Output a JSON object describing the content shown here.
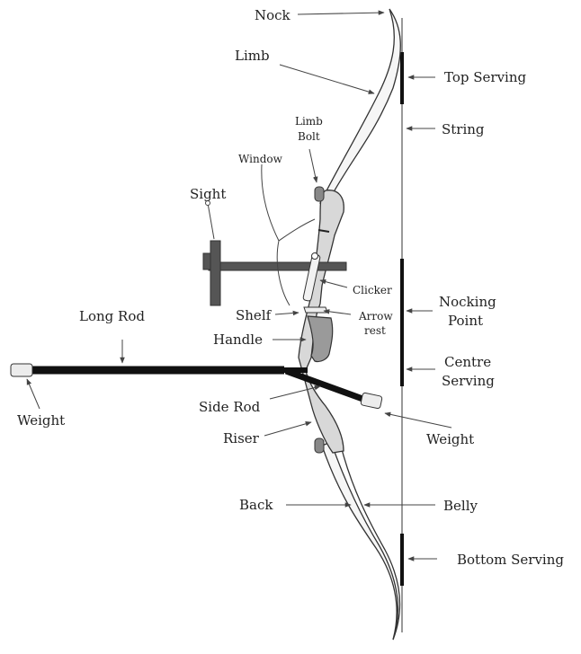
{
  "labels": {
    "nock": "Nock",
    "limb": "Limb",
    "top_serving": "Top Serving",
    "string": "String",
    "limb_bolt_line1": "Limb",
    "limb_bolt_line2": "Bolt",
    "window": "Window",
    "sight": "Sight",
    "clicker": "Clicker",
    "nocking_point_line1": "Nocking",
    "nocking_point_line2": "Point",
    "long_rod": "Long Rod",
    "shelf": "Shelf",
    "arrow_rest_line1": "Arrow",
    "arrow_rest_line2": "rest",
    "handle": "Handle",
    "centre_serving_line1": "Centre",
    "centre_serving_line2": "Serving",
    "weight_left": "Weight",
    "side_rod": "Side Rod",
    "weight_right": "Weight",
    "riser": "Riser",
    "back": "Back",
    "belly": "Belly",
    "bottom_serving": "Bottom Serving"
  },
  "colors": {
    "line": "#444444",
    "limb_fill": "#f6f6f6",
    "riser_fill": "#d8d8d8",
    "grip_fill": "#9a9a9a",
    "rod": "#111111",
    "sight": "#555555",
    "weight_fill": "#ececec"
  }
}
